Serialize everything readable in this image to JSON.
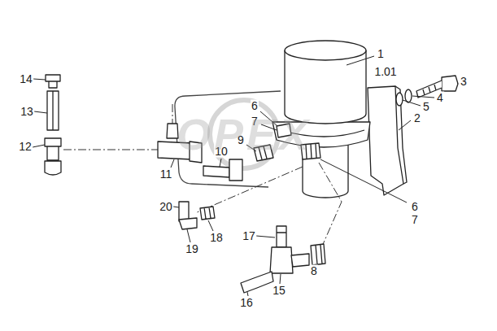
{
  "diagram": {
    "labels": [
      "14",
      "1",
      "1.01",
      "3",
      "4",
      "5",
      "13",
      "6",
      "7",
      "2",
      "12",
      "9",
      "10",
      "11",
      "6",
      "7",
      "20",
      "18",
      "17",
      "8",
      "19",
      "15",
      "16",
      "OPEX"
    ]
  }
}
